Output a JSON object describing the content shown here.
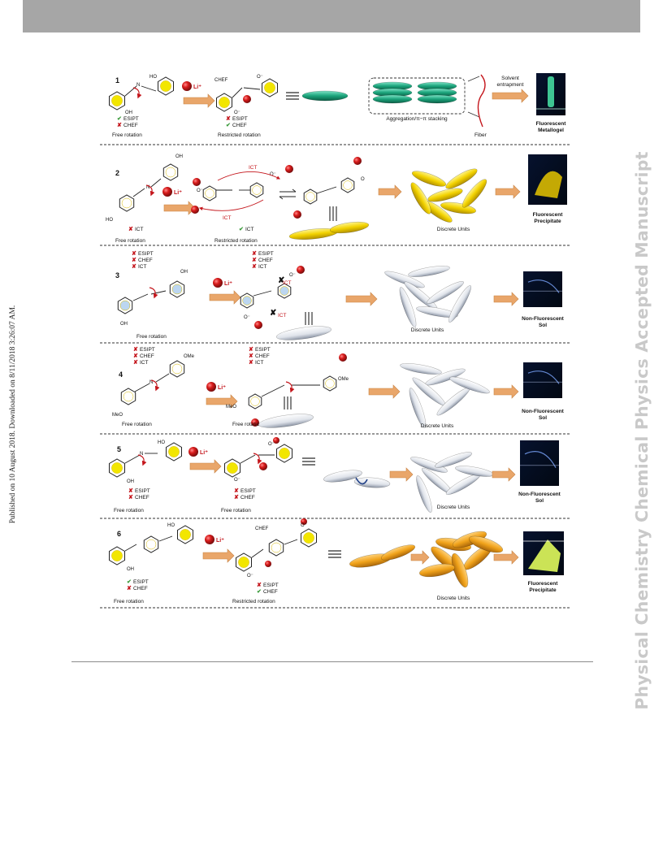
{
  "header": {
    "bar_color": "#a6a6a6"
  },
  "sidebar": {
    "published": "Published on 10 August 2018. Downloaded on 8/11/2018 3:26:07 AM.",
    "journal_watermark": "Physical Chemistry Chemical Physics Accepted Manuscript"
  },
  "colors": {
    "aromatic_ring": "#f2e600",
    "li_ion": "#c4161c",
    "arrow": "#e9a66a",
    "red_text": "#c4161c",
    "check": "#3a9a3a"
  },
  "figure": {
    "li_label": "Li⁺",
    "rows": [
      {
        "number": "1",
        "left_caption": "Free rotation",
        "left_marks": [
          {
            "mark": "✔",
            "label": "ESIPT"
          },
          {
            "mark": "✘",
            "label": "CHEF"
          }
        ],
        "mid_caption": "Restricted rotation",
        "mid_marks": [
          {
            "mark": "✘",
            "label": "ESIPT"
          },
          {
            "mark": "✔",
            "label": "CHEF"
          }
        ],
        "mid_top": "CHEF",
        "assembly": "Aggregation/π−π stacking",
        "fiber": "Fiber",
        "entrapment": [
          "Solvent",
          "entrapment"
        ],
        "result": [
          "Fluorescent",
          "Metallogel"
        ]
      },
      {
        "number": "2",
        "left_caption": "Free rotation",
        "left_marks": [
          {
            "mark": "✘",
            "label": "ICT"
          }
        ],
        "mid_caption": "Restricted rotation",
        "mid_marks": [
          {
            "mark": "✔",
            "label": "ICT"
          }
        ],
        "ict": "ICT",
        "assembly": "Discrete Units",
        "result": [
          "Fluorescent",
          "Precipitate"
        ]
      },
      {
        "number": "3",
        "left_caption": "Free rotation",
        "left_marks": [
          {
            "mark": "✘",
            "label": "ESIPT"
          },
          {
            "mark": "✘",
            "label": "CHEF"
          },
          {
            "mark": "✘",
            "label": "ICT"
          }
        ],
        "mid_marks": [
          {
            "mark": "✘",
            "label": "ESIPT"
          },
          {
            "mark": "✘",
            "label": "CHEF"
          },
          {
            "mark": "✘",
            "label": "ICT"
          }
        ],
        "ict": "ICT",
        "assembly": "Discrete Units",
        "result": [
          "Non-Fluorescent",
          "Sol"
        ]
      },
      {
        "number": "4",
        "left_caption": "Free rotation",
        "left_marks": [
          {
            "mark": "✘",
            "label": "ESIPT"
          },
          {
            "mark": "✘",
            "label": "CHEF"
          },
          {
            "mark": "✘",
            "label": "ICT"
          }
        ],
        "mid_caption": "Free rotation",
        "mid_marks": [
          {
            "mark": "✘",
            "label": "ESIPT"
          },
          {
            "mark": "✘",
            "label": "CHEF"
          },
          {
            "mark": "✘",
            "label": "ICT"
          }
        ],
        "ome": "OMe",
        "meo": "MeO",
        "assembly": "Discrete Units",
        "result": [
          "Non-Fluorescent",
          "Sol"
        ]
      },
      {
        "number": "5",
        "left_caption": "Free rotation",
        "left_marks": [
          {
            "mark": "✘",
            "label": "ESIPT"
          },
          {
            "mark": "✘",
            "label": "CHEF"
          }
        ],
        "mid_caption": "Free rotation",
        "mid_marks": [
          {
            "mark": "✘",
            "label": "ESIPT"
          },
          {
            "mark": "✘",
            "label": "CHEF"
          }
        ],
        "assembly": "Discrete Units",
        "result": [
          "Non-Fluorescent",
          "Sol"
        ]
      },
      {
        "number": "6",
        "left_caption": "Free rotation",
        "left_marks": [
          {
            "mark": "✔",
            "label": "ESIPT"
          },
          {
            "mark": "✘",
            "label": "CHEF"
          }
        ],
        "mid_caption": "Restricted rotation",
        "mid_marks": [
          {
            "mark": "✘",
            "label": "ESIPT"
          },
          {
            "mark": "✔",
            "label": "CHEF"
          }
        ],
        "mid_top": "CHEF",
        "assembly": "Discrete Units",
        "result": [
          "Fluorescent",
          "Precipitate"
        ]
      }
    ],
    "atoms": {
      "oh": "OH",
      "ho": "HO",
      "n": "N",
      "o_minus": "O⁻",
      "o": "O"
    }
  }
}
